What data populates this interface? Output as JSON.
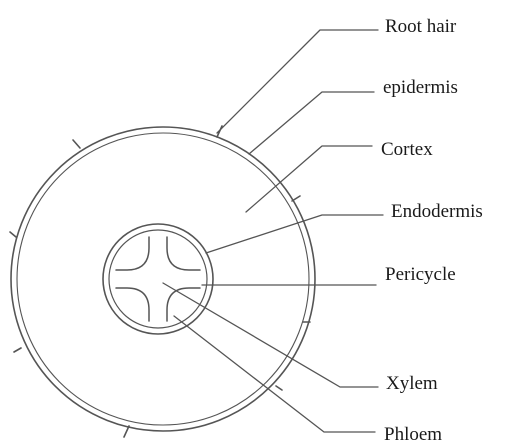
{
  "diagram": {
    "labels": {
      "root_hair": "Root hair",
      "epidermis": "epidermis",
      "cortex": "Cortex",
      "endodermis": "Endodermis",
      "pericycle": "Pericycle",
      "xylem": "Xylem",
      "phloem": "Phloem"
    },
    "colors": {
      "line": "#555555",
      "text": "#1a1a1a",
      "background": "#ffffff"
    }
  }
}
